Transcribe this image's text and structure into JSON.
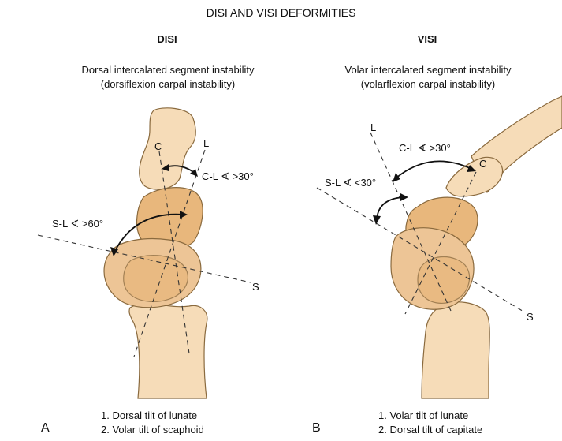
{
  "title": "DISI AND VISI DEFORMITIES",
  "panels": [
    {
      "heading": "DISI",
      "subtitle_line1": "Dorsal intercalated segment instability",
      "subtitle_line2": "(dorsiflexion carpal instability)",
      "angle_cl": "C-L ∢ >30°",
      "angle_sl": "S-L ∢ >60°",
      "axis_c": "C",
      "axis_l": "L",
      "axis_s": "S",
      "note1": "1. Dorsal tilt of lunate",
      "note2": "2. Volar tilt of scaphoid",
      "letter": "A"
    },
    {
      "heading": "VISI",
      "subtitle_line1": "Volar intercalated segment instability",
      "subtitle_line2": "(volarflexion carpal instability)",
      "angle_cl": "C-L ∢ >30°",
      "angle_sl": "S-L ∢ <30°",
      "axis_c": "C",
      "axis_l": "L",
      "axis_s": "S",
      "note1": "1. Volar tilt of lunate",
      "note2": "2. Dorsal tilt of capitate",
      "letter": "B"
    }
  ]
}
